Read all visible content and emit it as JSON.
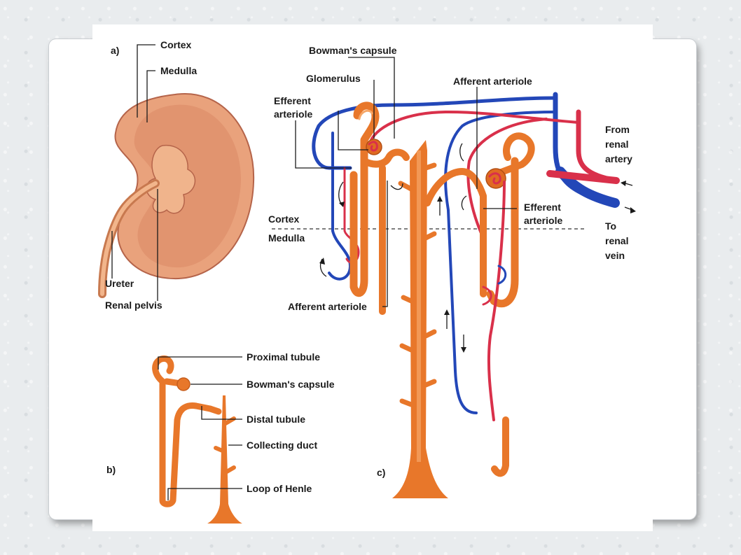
{
  "panels": {
    "a": "a)",
    "b": "b)",
    "c": "c)"
  },
  "panel_a": {
    "cortex": "Cortex",
    "medulla": "Medulla",
    "ureter": "Ureter",
    "renal_pelvis": "Renal pelvis"
  },
  "panel_b": {
    "proximal_tubule": "Proximal tubule",
    "bowmans_capsule": "Bowman's capsule",
    "distal_tubule": "Distal tubule",
    "collecting_duct": "Collecting duct",
    "loop_of_henle": "Loop of Henle"
  },
  "panel_c": {
    "bowmans_capsule": "Bowman's capsule",
    "glomerulus": "Glomerulus",
    "efferent_arteriole_left_1": "Efferent",
    "efferent_arteriole_left_2": "arteriole",
    "afferent_arteriole_top": "Afferent arteriole",
    "from_renal_artery_1": "From",
    "from_renal_artery_2": "renal",
    "from_renal_artery_3": "artery",
    "efferent_arteriole_right_1": "Efferent",
    "efferent_arteriole_right_2": "arteriole",
    "to_renal_vein_1": "To",
    "to_renal_vein_2": "renal",
    "to_renal_vein_3": "vein",
    "cortex": "Cortex",
    "medulla": "Medulla",
    "afferent_arteriole_bottom": "Afferent arteriole"
  },
  "colors": {
    "tubule": "#e8772a",
    "artery": "#d9304a",
    "vein": "#2347b8",
    "kidney": "#e9a27c"
  }
}
